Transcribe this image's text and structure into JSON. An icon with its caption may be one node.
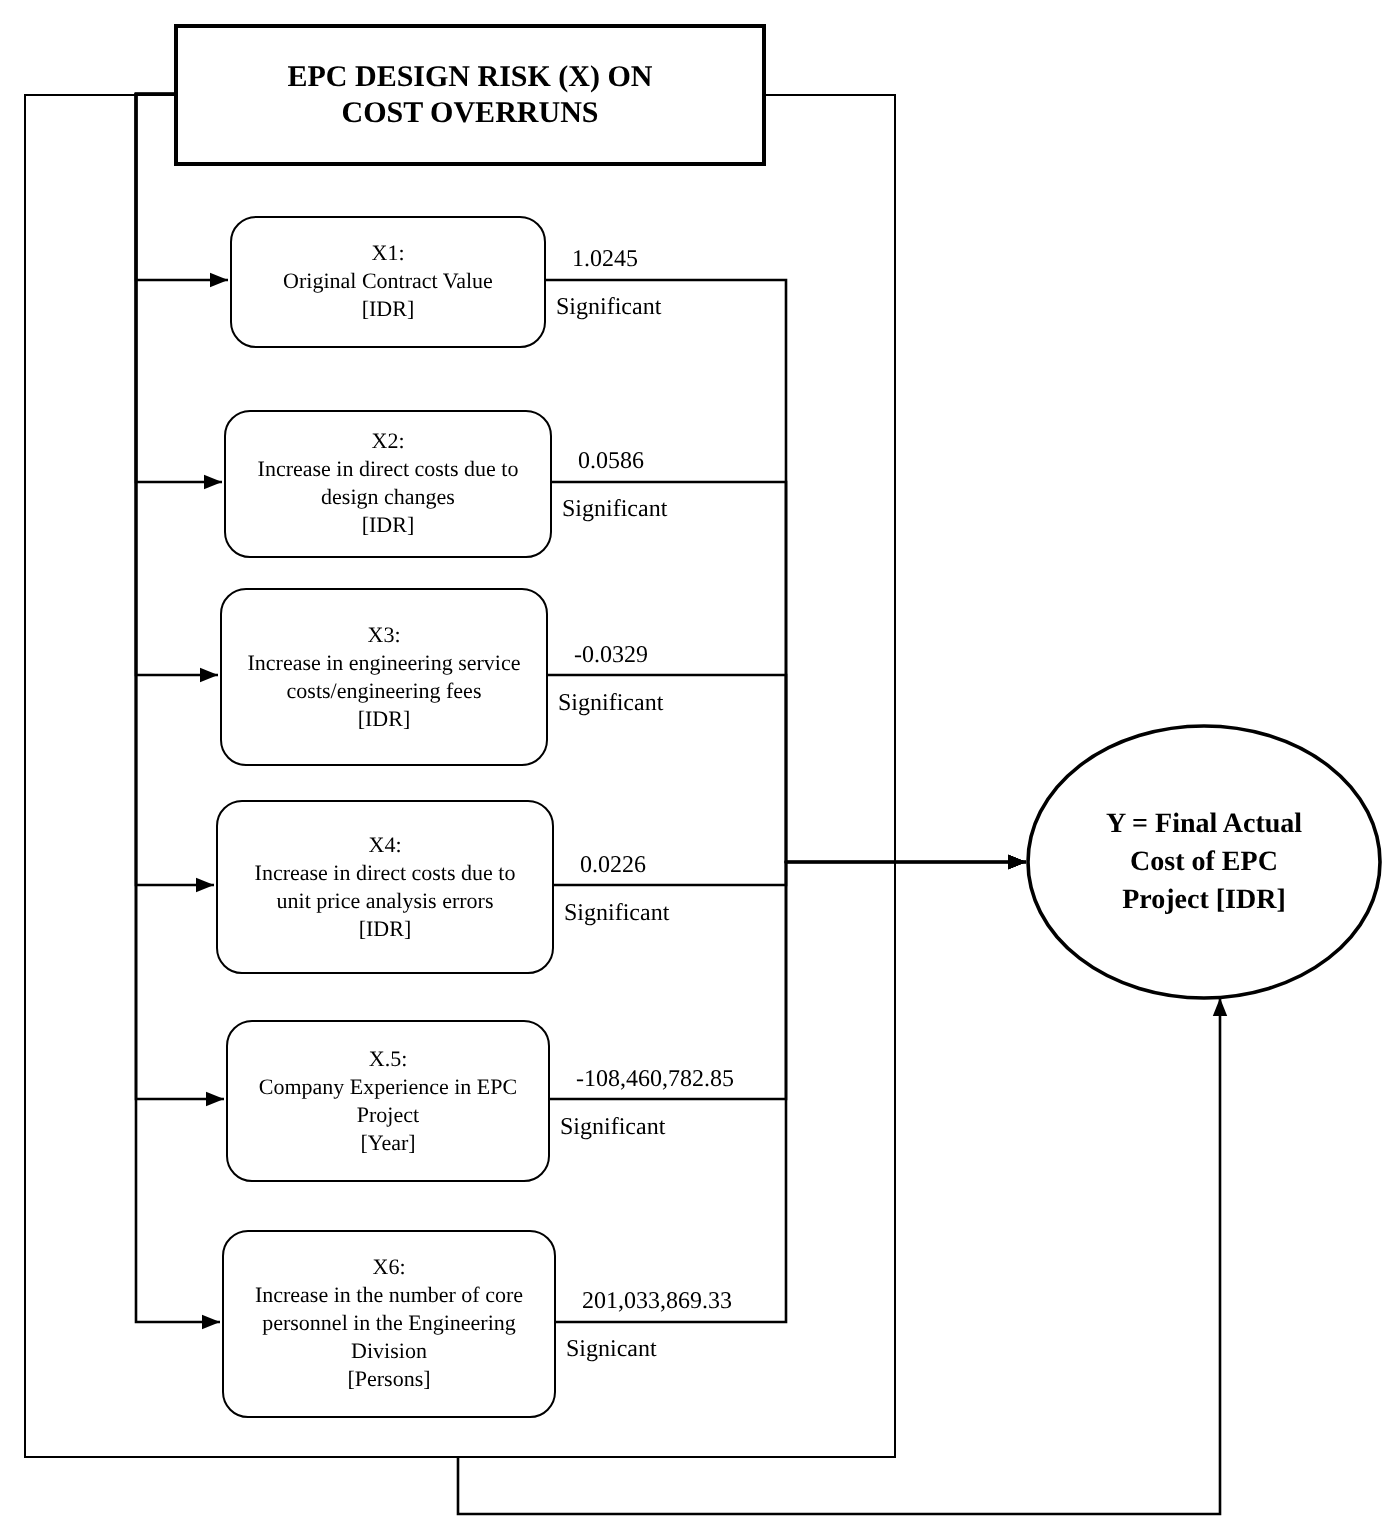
{
  "diagram": {
    "nodes": [
      {
        "text": [],
        "shape": "box"
      },
      {
        "text": [
          "EPC DESIGN RISK (X) ON COST OVERRUNS"
        ]
      },
      {
        "text": [
          "X1:",
          "Original Contract Value",
          "[IDR]"
        ],
        "in": 0,
        "beside": [
          "1.0245",
          "Significant"
        ]
      },
      {
        "text": [
          "X2:",
          "Increase in direct costs due to design changes",
          "[IDR]"
        ],
        "in": 0,
        "beside": [
          "0.0586",
          "Significant"
        ]
      },
      {
        "text": [
          "X3:",
          "Increase in engineering service costs/engineering fees",
          "[IDR]"
        ],
        "in": 0,
        "beside": [
          "-0.0329",
          "Significant"
        ]
      },
      {
        "text": [
          "X4:",
          "Increase in direct costs due to unit price analysis errors",
          "[IDR]"
        ],
        "in": 0,
        "beside": [
          "0.0226",
          "Significant"
        ]
      },
      {
        "text": [
          "X.5:",
          "Company Experience in EPC Project",
          "[Year]"
        ],
        "in": 0,
        "beside": [
          "-108,460,782.85",
          "Significant"
        ]
      },
      {
        "text": [
          "X6:",
          "Increase in the number of core personnel in the Engineering Division",
          "[Persons]"
        ],
        "in": 0,
        "beside": [
          "201,033,869.33",
          "Signicant"
        ]
      },
      {
        "text": [
          "Y = Final Actual Cost of EPC Project [IDR]"
        ]
      }
    ],
    "edges": [
      {
        "from": 1,
        "to": 2,
        "arrow": "to"
      },
      {
        "from": 1,
        "to": 3,
        "arrow": "to"
      },
      {
        "from": 1,
        "to": 4,
        "arrow": "to"
      },
      {
        "from": 1,
        "to": 5,
        "arrow": "to"
      },
      {
        "from": 1,
        "to": 6,
        "arrow": "to"
      },
      {
        "from": 1,
        "to": 7,
        "arrow": "to"
      },
      {
        "from": 2,
        "to": 8,
        "arrow": "to"
      },
      {
        "from": 3,
        "to": 8,
        "arrow": "to"
      },
      {
        "from": 4,
        "to": 8,
        "arrow": "to"
      },
      {
        "from": 5,
        "to": 8,
        "arrow": "to"
      },
      {
        "from": 6,
        "to": 8,
        "arrow": "to"
      },
      {
        "from": 7,
        "to": 8,
        "arrow": "to"
      },
      {
        "from": 0,
        "to": 8,
        "arrow": "to"
      }
    ]
  }
}
